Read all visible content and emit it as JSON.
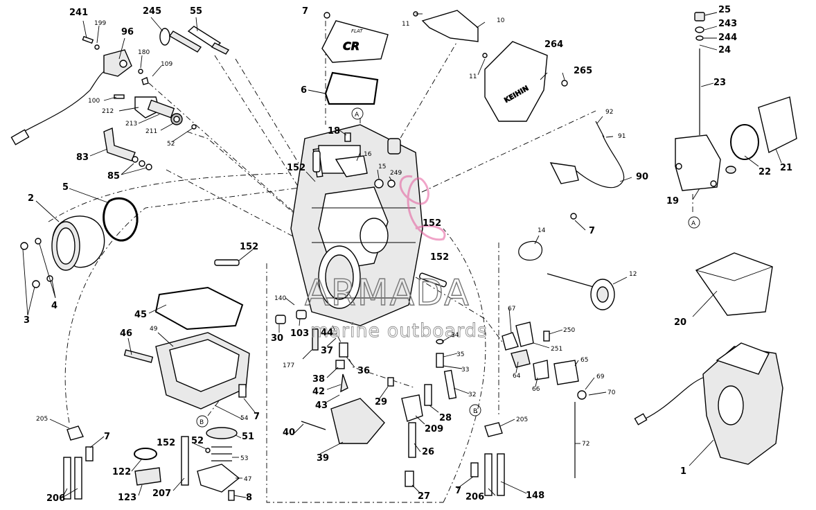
{
  "watermark": {
    "brand": "ARMADA",
    "tagline": "marine outboards",
    "accent_color": "#e35a9a"
  },
  "parts": [
    {
      "id": "lbl-241",
      "text": "241"
    },
    {
      "id": "lbl-199",
      "text": "199"
    },
    {
      "id": "lbl-96",
      "text": "96"
    },
    {
      "id": "lbl-245",
      "text": "245"
    },
    {
      "id": "lbl-55",
      "text": "55"
    },
    {
      "id": "lbl-180",
      "text": "180"
    },
    {
      "id": "lbl-109",
      "text": "109"
    },
    {
      "id": "lbl-100",
      "text": "100"
    },
    {
      "id": "lbl-212",
      "text": "212"
    },
    {
      "id": "lbl-213",
      "text": "213"
    },
    {
      "id": "lbl-211",
      "text": "211"
    },
    {
      "id": "lbl-52a",
      "text": "52"
    },
    {
      "id": "lbl-83",
      "text": "83"
    },
    {
      "id": "lbl-85",
      "text": "85"
    },
    {
      "id": "lbl-5",
      "text": "5"
    },
    {
      "id": "lbl-2",
      "text": "2"
    },
    {
      "id": "lbl-4",
      "text": "4"
    },
    {
      "id": "lbl-3",
      "text": "3"
    },
    {
      "id": "lbl-7a",
      "text": "7"
    },
    {
      "id": "lbl-6",
      "text": "6"
    },
    {
      "id": "lbl-18",
      "text": "18"
    },
    {
      "id": "lbl-16",
      "text": "16"
    },
    {
      "id": "lbl-15",
      "text": "15"
    },
    {
      "id": "lbl-249",
      "text": "249"
    },
    {
      "id": "lbl-152a",
      "text": "152"
    },
    {
      "id": "lbl-152b",
      "text": "152"
    },
    {
      "id": "lbl-152c",
      "text": "152"
    },
    {
      "id": "lbl-152d",
      "text": "152"
    },
    {
      "id": "lbl-152e",
      "text": "152"
    },
    {
      "id": "lbl-A1",
      "text": "A"
    },
    {
      "id": "lbl-11a",
      "text": "11"
    },
    {
      "id": "lbl-10",
      "text": "10"
    },
    {
      "id": "lbl-11b",
      "text": "11"
    },
    {
      "id": "lbl-264",
      "text": "264"
    },
    {
      "id": "lbl-265",
      "text": "265"
    },
    {
      "id": "lbl-92",
      "text": "92"
    },
    {
      "id": "lbl-91",
      "text": "91"
    },
    {
      "id": "lbl-90",
      "text": "90"
    },
    {
      "id": "lbl-7b",
      "text": "7"
    },
    {
      "id": "lbl-14",
      "text": "14"
    },
    {
      "id": "lbl-12",
      "text": "12"
    },
    {
      "id": "lbl-25",
      "text": "25"
    },
    {
      "id": "lbl-243",
      "text": "243"
    },
    {
      "id": "lbl-244",
      "text": "244"
    },
    {
      "id": "lbl-24",
      "text": "24"
    },
    {
      "id": "lbl-23",
      "text": "23"
    },
    {
      "id": "lbl-22",
      "text": "22"
    },
    {
      "id": "lbl-21",
      "text": "21"
    },
    {
      "id": "lbl-19",
      "text": "19"
    },
    {
      "id": "lbl-A2",
      "text": "A"
    },
    {
      "id": "lbl-20",
      "text": "20"
    },
    {
      "id": "lbl-1",
      "text": "1"
    },
    {
      "id": "lbl-45",
      "text": "45"
    },
    {
      "id": "lbl-49",
      "text": "49"
    },
    {
      "id": "lbl-46",
      "text": "46"
    },
    {
      "id": "lbl-140",
      "text": "140"
    },
    {
      "id": "lbl-30",
      "text": "30"
    },
    {
      "id": "lbl-103",
      "text": "103"
    },
    {
      "id": "lbl-44",
      "text": "44"
    },
    {
      "id": "lbl-37",
      "text": "37"
    },
    {
      "id": "lbl-177",
      "text": "177"
    },
    {
      "id": "lbl-38",
      "text": "38"
    },
    {
      "id": "lbl-36",
      "text": "36"
    },
    {
      "id": "lbl-42",
      "text": "42"
    },
    {
      "id": "lbl-43",
      "text": "43"
    },
    {
      "id": "lbl-29",
      "text": "29"
    },
    {
      "id": "lbl-28",
      "text": "28"
    },
    {
      "id": "lbl-209",
      "text": "209"
    },
    {
      "id": "lbl-26",
      "text": "26"
    },
    {
      "id": "lbl-27",
      "text": "27"
    },
    {
      "id": "lbl-40",
      "text": "40"
    },
    {
      "id": "lbl-39",
      "text": "39"
    },
    {
      "id": "lbl-34",
      "text": "34"
    },
    {
      "id": "lbl-35",
      "text": "35"
    },
    {
      "id": "lbl-33",
      "text": "33"
    },
    {
      "id": "lbl-32",
      "text": "32"
    },
    {
      "id": "lbl-67",
      "text": "67"
    },
    {
      "id": "lbl-250",
      "text": "250"
    },
    {
      "id": "lbl-251",
      "text": "251"
    },
    {
      "id": "lbl-64",
      "text": "64"
    },
    {
      "id": "lbl-66",
      "text": "66"
    },
    {
      "id": "lbl-65",
      "text": "65"
    },
    {
      "id": "lbl-69",
      "text": "69"
    },
    {
      "id": "lbl-70",
      "text": "70"
    },
    {
      "id": "lbl-72",
      "text": "72"
    },
    {
      "id": "lbl-B1",
      "text": "B"
    },
    {
      "id": "lbl-205a",
      "text": "205"
    },
    {
      "id": "lbl-7c",
      "text": "7"
    },
    {
      "id": "lbl-206a",
      "text": "206"
    },
    {
      "id": "lbl-148",
      "text": "148"
    },
    {
      "id": "lbl-205b",
      "text": "205"
    },
    {
      "id": "lbl-7d",
      "text": "7"
    },
    {
      "id": "lbl-206b",
      "text": "206"
    },
    {
      "id": "lbl-122",
      "text": "122"
    },
    {
      "id": "lbl-123",
      "text": "123"
    },
    {
      "id": "lbl-207",
      "text": "207"
    },
    {
      "id": "lbl-B2",
      "text": "B"
    },
    {
      "id": "lbl-54",
      "text": "54"
    },
    {
      "id": "lbl-7e",
      "text": "7"
    },
    {
      "id": "lbl-51",
      "text": "51"
    },
    {
      "id": "lbl-53",
      "text": "53"
    },
    {
      "id": "lbl-52b",
      "text": "52"
    },
    {
      "id": "lbl-47",
      "text": "47"
    },
    {
      "id": "lbl-8",
      "text": "8"
    }
  ],
  "cover_text": {
    "flat": "FLAT",
    "cr": "CR",
    "keihin": "KEIHIN"
  }
}
